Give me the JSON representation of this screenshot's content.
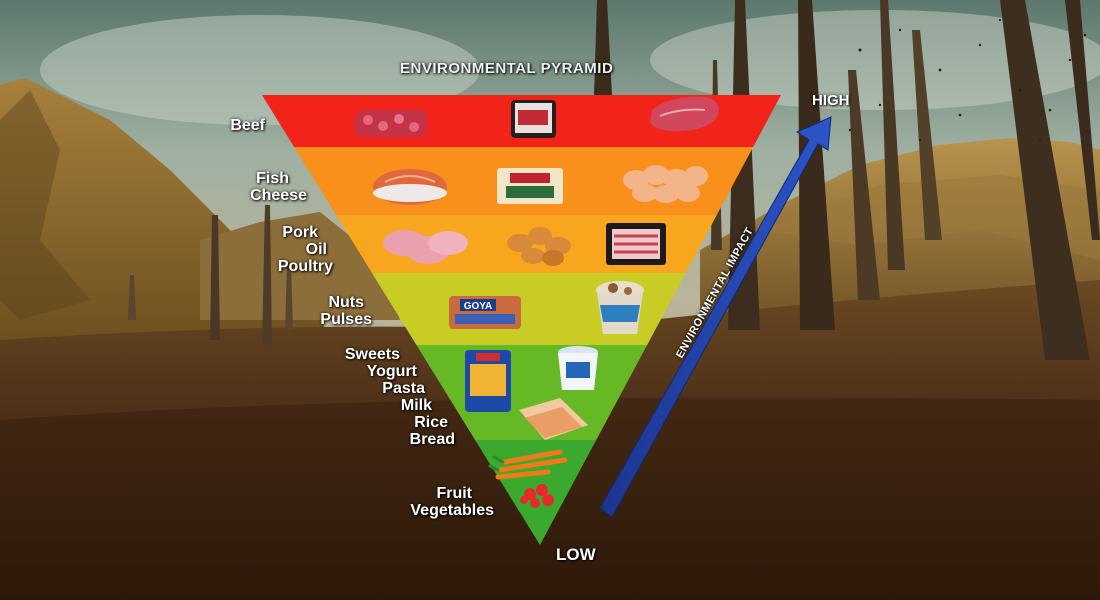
{
  "title": "ENVIRONMENTAL PYRAMID",
  "axis": {
    "label": "ENVIRONMENTAL IMPACT",
    "high": "HIGH",
    "low": "LOW"
  },
  "tiers": [
    {
      "name": "beef",
      "items": [
        "Beef"
      ],
      "color": "#f2241a"
    },
    {
      "name": "fish-cheese",
      "items": [
        "Fish",
        "Cheese"
      ],
      "color": "#f9901b"
    },
    {
      "name": "pork-oil-poultry",
      "items": [
        "Pork",
        "Oil",
        "Poultry"
      ],
      "color": "#f7a61d"
    },
    {
      "name": "nuts-pulses",
      "items": [
        "Nuts",
        "Pulses"
      ],
      "color": "#c9cc24"
    },
    {
      "name": "sweets-bread",
      "items": [
        "Sweets",
        "Yogurt",
        "Pasta",
        "Milk",
        "Rice",
        "Bread"
      ],
      "color": "#67b825"
    },
    {
      "name": "fruit-vegetables",
      "items": [
        "Fruit",
        "Vegetables"
      ],
      "color": "#3ba92d"
    }
  ],
  "product_text": {
    "goya": "GOYA"
  },
  "colors": {
    "arrow": "#1f3fa8",
    "sky_top": "#5f7a6e",
    "ground": "#4a2b12"
  }
}
